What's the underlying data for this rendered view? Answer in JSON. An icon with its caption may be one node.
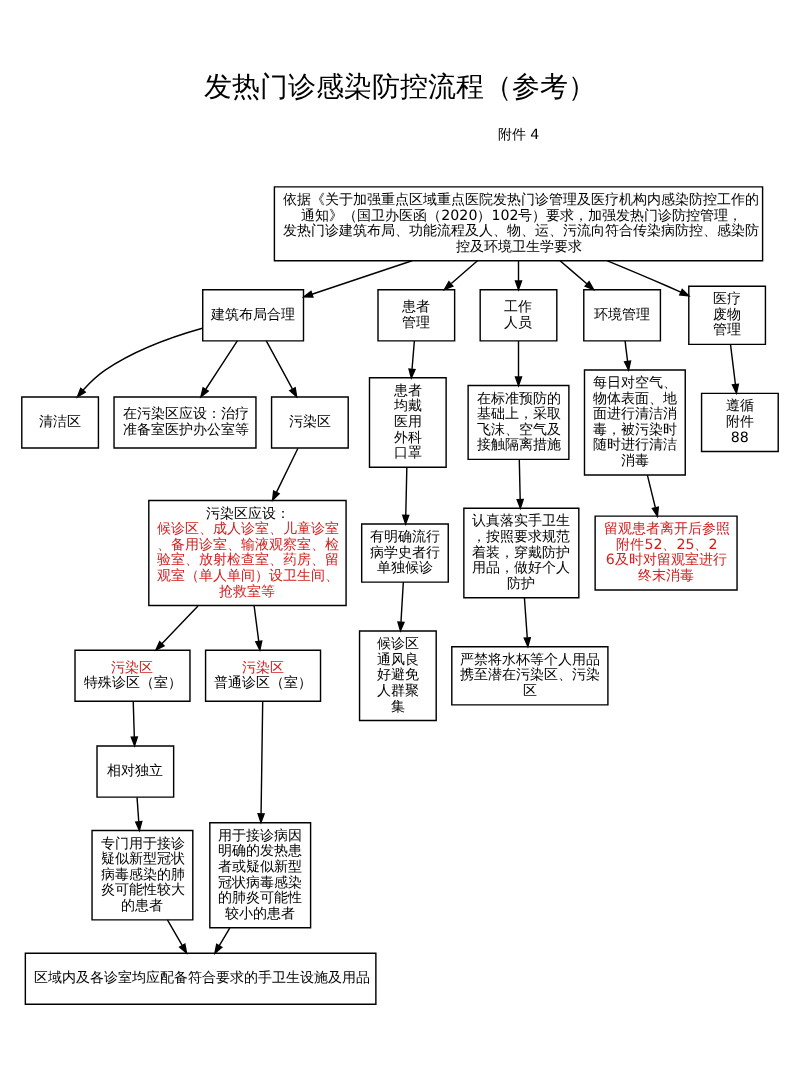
{
  "diagram": {
    "title": "发热门诊感染防控流程（参考）",
    "nodes": [
      {
        "text": [
          "依据《关于加强重点区域重点医院发热门诊管理及医疗机构内感染防控工作的通知》（国卫办医函（2020）102号）要求，加强发热门诊防控管理，发热门诊建筑布局、功能流程及人、物、运、污流向符合传染病防控、感染防控及环境卫生学要求"
        ]
      },
      {
        "text": [
          "建筑布局合理"
        ]
      },
      {
        "text": [
          "清洁区"
        ]
      },
      {
        "text": [
          "在污染区应设：治疗准备室医护办公室等"
        ]
      },
      {
        "text": [
          "污染区"
        ]
      },
      {
        "text": [
          "污染区应设：",
          "候诊区、成人诊室、儿童诊室、备用诊室、输液观察室、检验室、放射检查室、药房、留观室（单人单间）设卫生间、抢救室等"
        ]
      },
      {
        "text": [
          "污染区",
          "特殊诊区（室）"
        ]
      },
      {
        "text": [
          "污染区",
          "普通诊区（室）"
        ]
      },
      {
        "text": [
          "相对独立"
        ]
      },
      {
        "text": [
          "专门用于接诊疑似新型冠状病毒感染的肺炎可能性较大的患者"
        ]
      },
      {
        "text": [
          "用于接诊病因明确的发热患者或疑似新型冠状病毒感染的肺炎可能性较小的患者"
        ]
      },
      {
        "text": [
          "区域内及各诊室均应配备符合要求的手卫生设施及用品"
        ]
      },
      {
        "text": [
          "患者管理"
        ]
      },
      {
        "text": [
          "患者均戴医用外科口罩"
        ]
      },
      {
        "text": [
          "有明确流行病学史者行单独候诊"
        ]
      },
      {
        "text": [
          "候诊区通风良好避免人群聚集"
        ]
      },
      {
        "text": [
          "工作人员"
        ]
      },
      {
        "text": [
          "在标准预防的基础上，采取飞沫、空气及接触隔离措施"
        ]
      },
      {
        "text": [
          "认真落实手卫生，按照要求规范着装，穿戴防护用品，做好个人防护"
        ]
      },
      {
        "text": [
          "严禁将水杯等个人用品携至潜在污染区、污染区"
        ]
      },
      {
        "text": [
          "环境管理"
        ]
      },
      {
        "text": [
          "每日对空气、物体表面、地面进行清洁消毒，被污染时随时进行清洁消毒"
        ]
      },
      {
        "text": [
          "留观患者离开后参照附件52、25、26及时对留观室进行终末消毒"
        ]
      },
      {
        "text": [
          "医疗废物管理"
        ]
      },
      {
        "text": [
          "遵循附件88"
        ]
      }
    ],
    "edges": [
      {
        "from": 0,
        "to": 1,
        "arrow": "to"
      },
      {
        "from": 0,
        "to": 12,
        "arrow": "to"
      },
      {
        "from": 0,
        "to": 16,
        "arrow": "to"
      },
      {
        "from": 0,
        "to": 20,
        "arrow": "to"
      },
      {
        "from": 0,
        "to": 23,
        "arrow": "to"
      },
      {
        "from": 1,
        "to": 2,
        "arrow": "to"
      },
      {
        "from": 1,
        "to": 3,
        "arrow": "to"
      },
      {
        "from": 1,
        "to": 4,
        "arrow": "to"
      },
      {
        "from": 4,
        "to": 5,
        "arrow": "to"
      },
      {
        "from": 5,
        "to": 6,
        "arrow": "to"
      },
      {
        "from": 5,
        "to": 7,
        "arrow": "to"
      },
      {
        "from": 6,
        "to": 8,
        "arrow": "to"
      },
      {
        "from": 8,
        "to": 9,
        "arrow": "to"
      },
      {
        "from": 7,
        "to": 10,
        "arrow": "to"
      },
      {
        "from": 9,
        "to": 11,
        "arrow": "to"
      },
      {
        "from": 10,
        "to": 11,
        "arrow": "to"
      },
      {
        "from": 12,
        "to": 13,
        "arrow": "to"
      },
      {
        "from": 13,
        "to": 14,
        "arrow": "to"
      },
      {
        "from": 14,
        "to": 15,
        "arrow": "to"
      },
      {
        "from": 16,
        "to": 17,
        "arrow": "to"
      },
      {
        "from": 17,
        "to": 18,
        "arrow": "to"
      },
      {
        "from": 18,
        "to": 19,
        "arrow": "to"
      },
      {
        "from": 20,
        "to": 21,
        "arrow": "to"
      },
      {
        "from": 21,
        "to": 22,
        "arrow": "to"
      },
      {
        "from": 23,
        "to": 24,
        "arrow": "to"
      }
    ],
    "labels": [
      "附件 4"
    ]
  }
}
